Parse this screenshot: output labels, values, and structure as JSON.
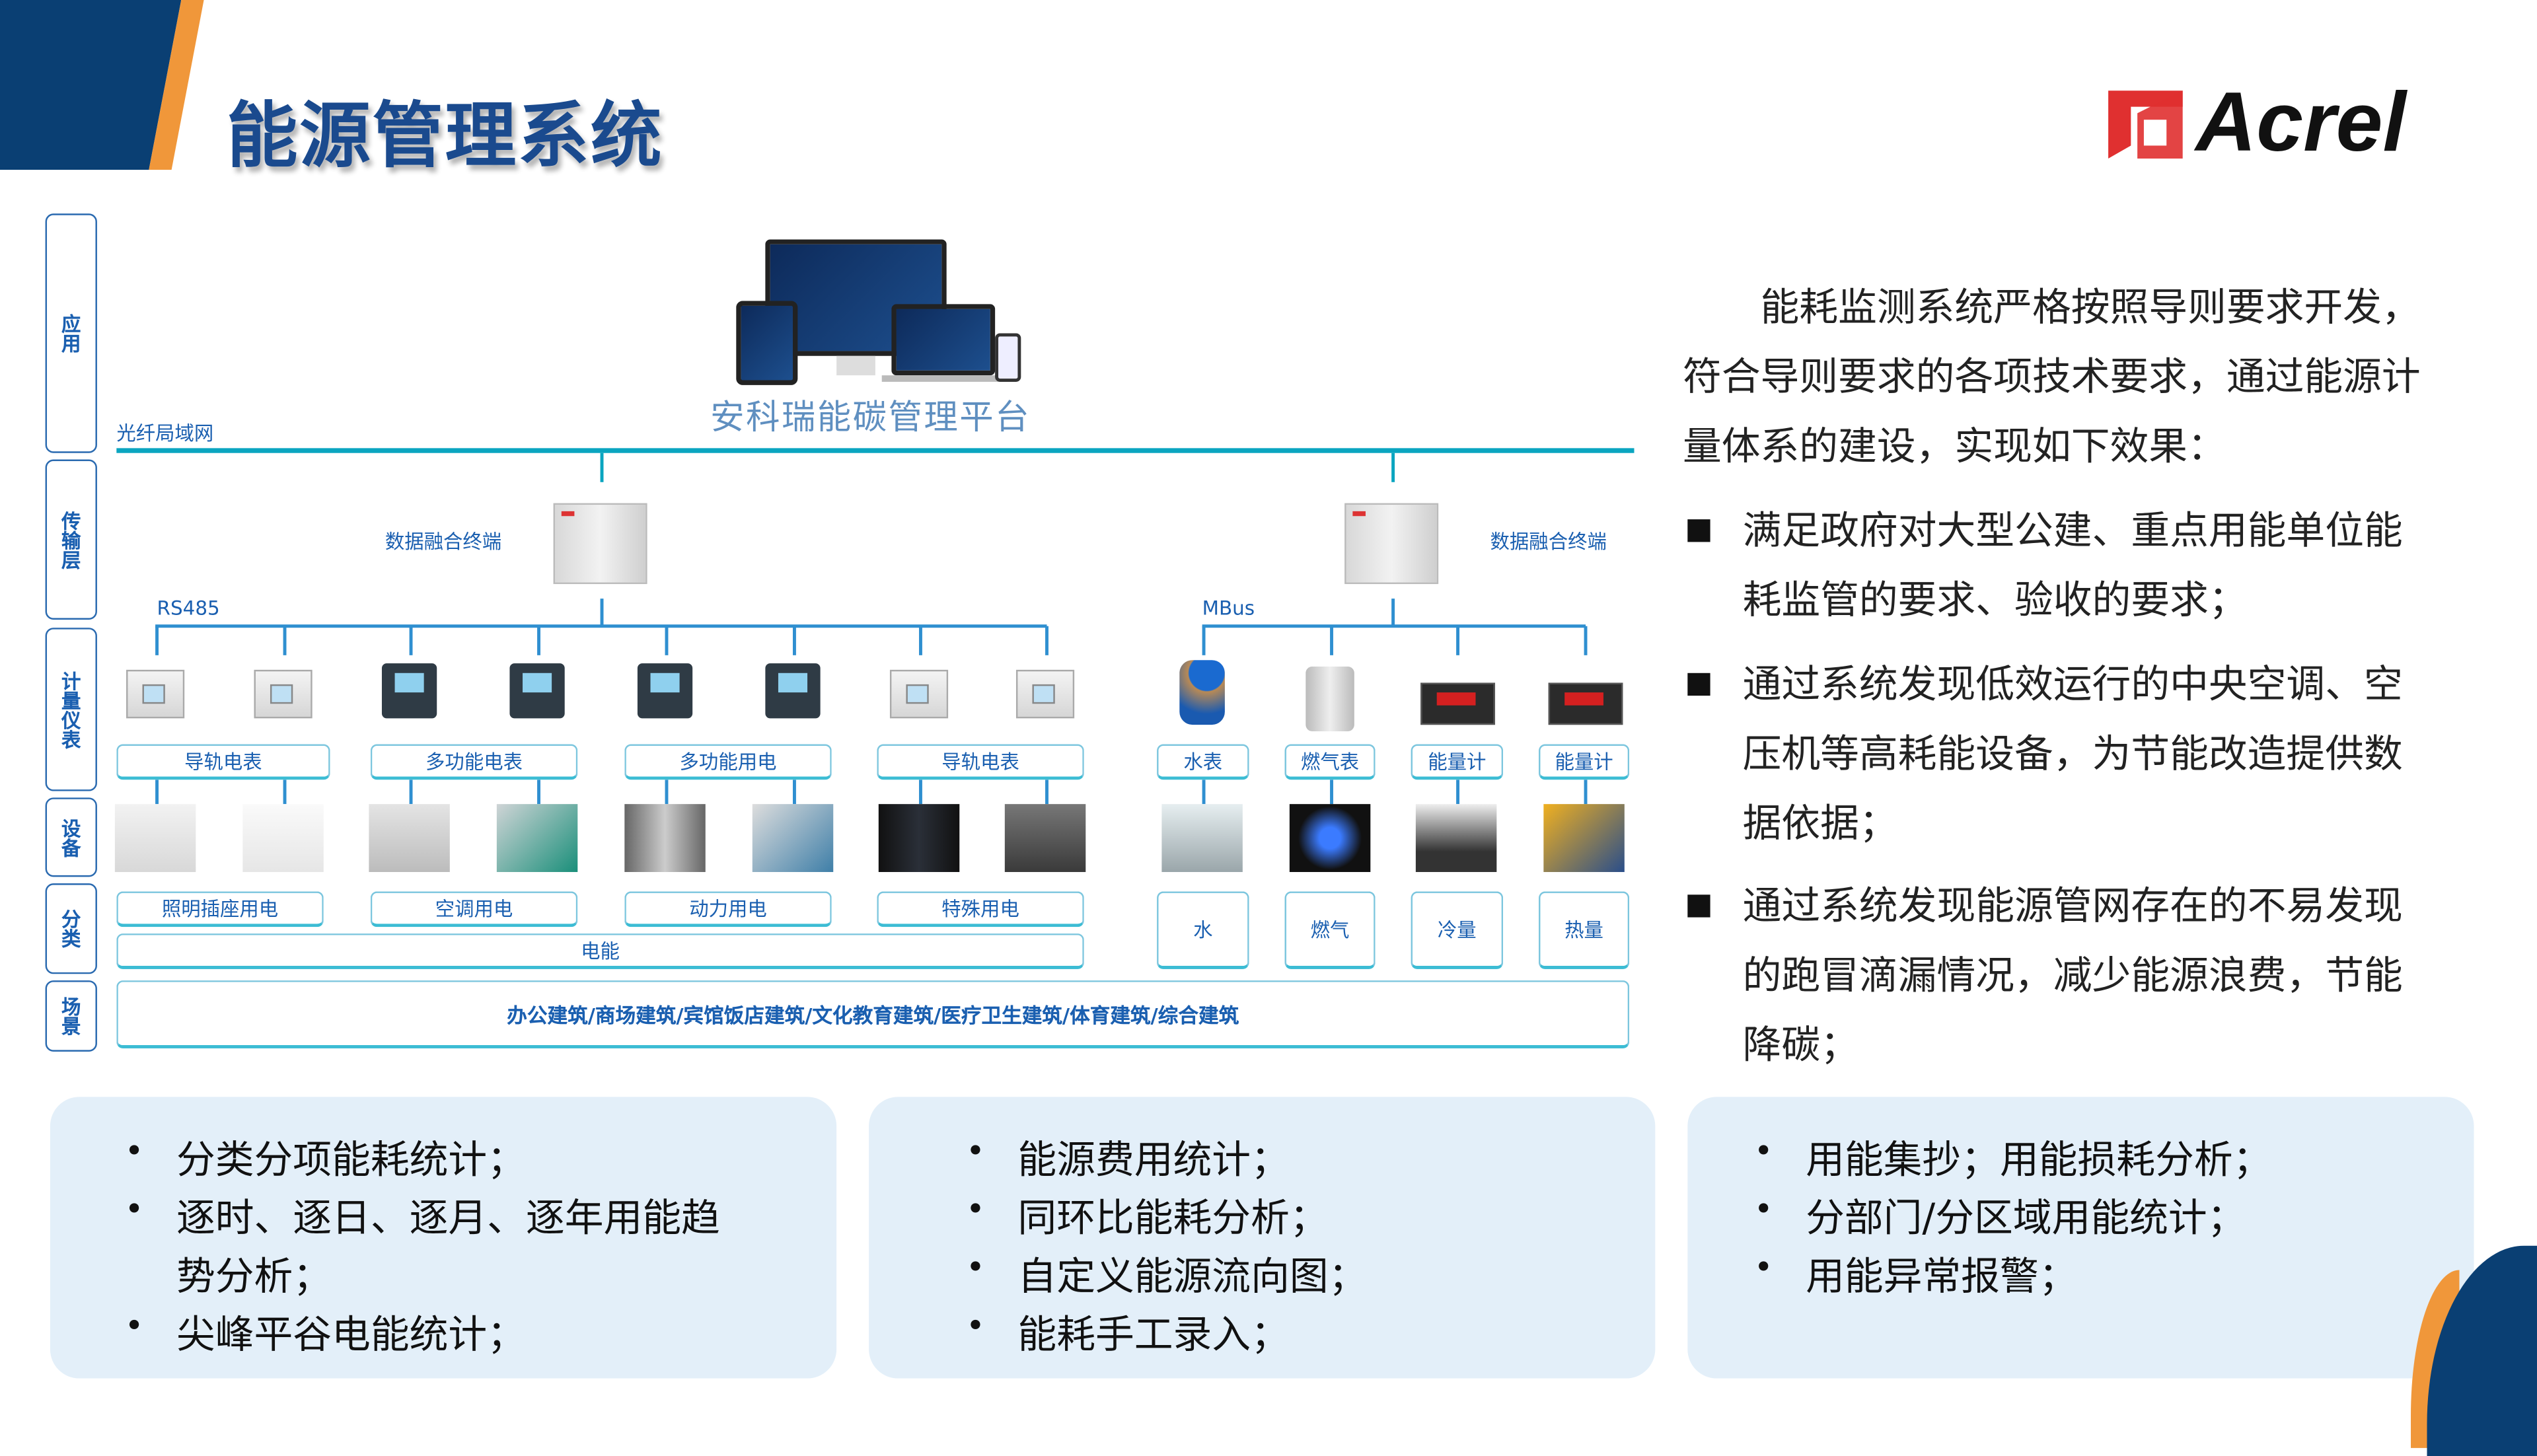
{
  "header": {
    "title": "能源管理系统",
    "logo_text": "Acrel"
  },
  "colors": {
    "brand_blue": "#0a3f73",
    "accent_orange": "#f0973a",
    "bus_teal": "#0aa5c0",
    "logo_red": "#e03030"
  },
  "layers": [
    "应用",
    "传输层",
    "计量仪表",
    "设备",
    "分类",
    "场景"
  ],
  "diagram": {
    "platform_name": "安科瑞能碳管理平台",
    "network_label": "光纤局域网",
    "terminal_left": "数据融合终端",
    "terminal_right": "数据融合终端",
    "bus_left": "RS485",
    "bus_right": "MBus",
    "meter_groups": [
      "导轨电表",
      "多功能电表",
      "多功能用电",
      "导轨电表"
    ],
    "other_meters": [
      "水表",
      "燃气表",
      "能量计",
      "能量计"
    ],
    "electric_categories": [
      "照明插座用电",
      "空调用电",
      "动力用电",
      "特殊用电"
    ],
    "electric_total": "电能",
    "other_categories": [
      "水",
      "燃气",
      "冷量",
      "热量"
    ],
    "scenes": "办公建筑/商场建筑/宾馆饭店建筑/文化教育建筑/医疗卫生建筑/体育建筑/综合建筑",
    "devices": [
      "lamp",
      "socket",
      "air-conditioner",
      "water-pump",
      "elevator",
      "motor-pump",
      "server-rack",
      "kitchen",
      "faucet",
      "gas-stove",
      "chiller",
      "boiler"
    ]
  },
  "intro": {
    "lines": [
      "　　能耗监测系统严格按照导则要求开发，",
      "符合导则要求的各项技术要求，通过能源计",
      "量体系的建设，实现如下效果："
    ],
    "bullets": [
      [
        "满足政府对大型公建、重点用能单位能",
        "耗监管的要求、验收的要求；"
      ],
      [
        "通过系统发现低效运行的中央空调、空",
        "压机等高耗能设备，为节能改造提供数",
        "据依据；"
      ],
      [
        "通过系统发现能源管网存在的不易发现",
        "的跑冒滴漏情况，减少能源浪费，节能",
        "降碳；"
      ]
    ]
  },
  "features": [
    [
      "分类分项能耗统计；",
      "逐时、逐日、逐月、逐年用能趋",
      "势分析；",
      "尖峰平谷电能统计；"
    ],
    [
      "能源费用统计；",
      "同环比能耗分析；",
      "自定义能源流向图；",
      "能耗手工录入；"
    ],
    [
      "用能集抄；用能损耗分析；",
      "分部门/分区域用能统计；",
      "用能异常报警；"
    ]
  ]
}
